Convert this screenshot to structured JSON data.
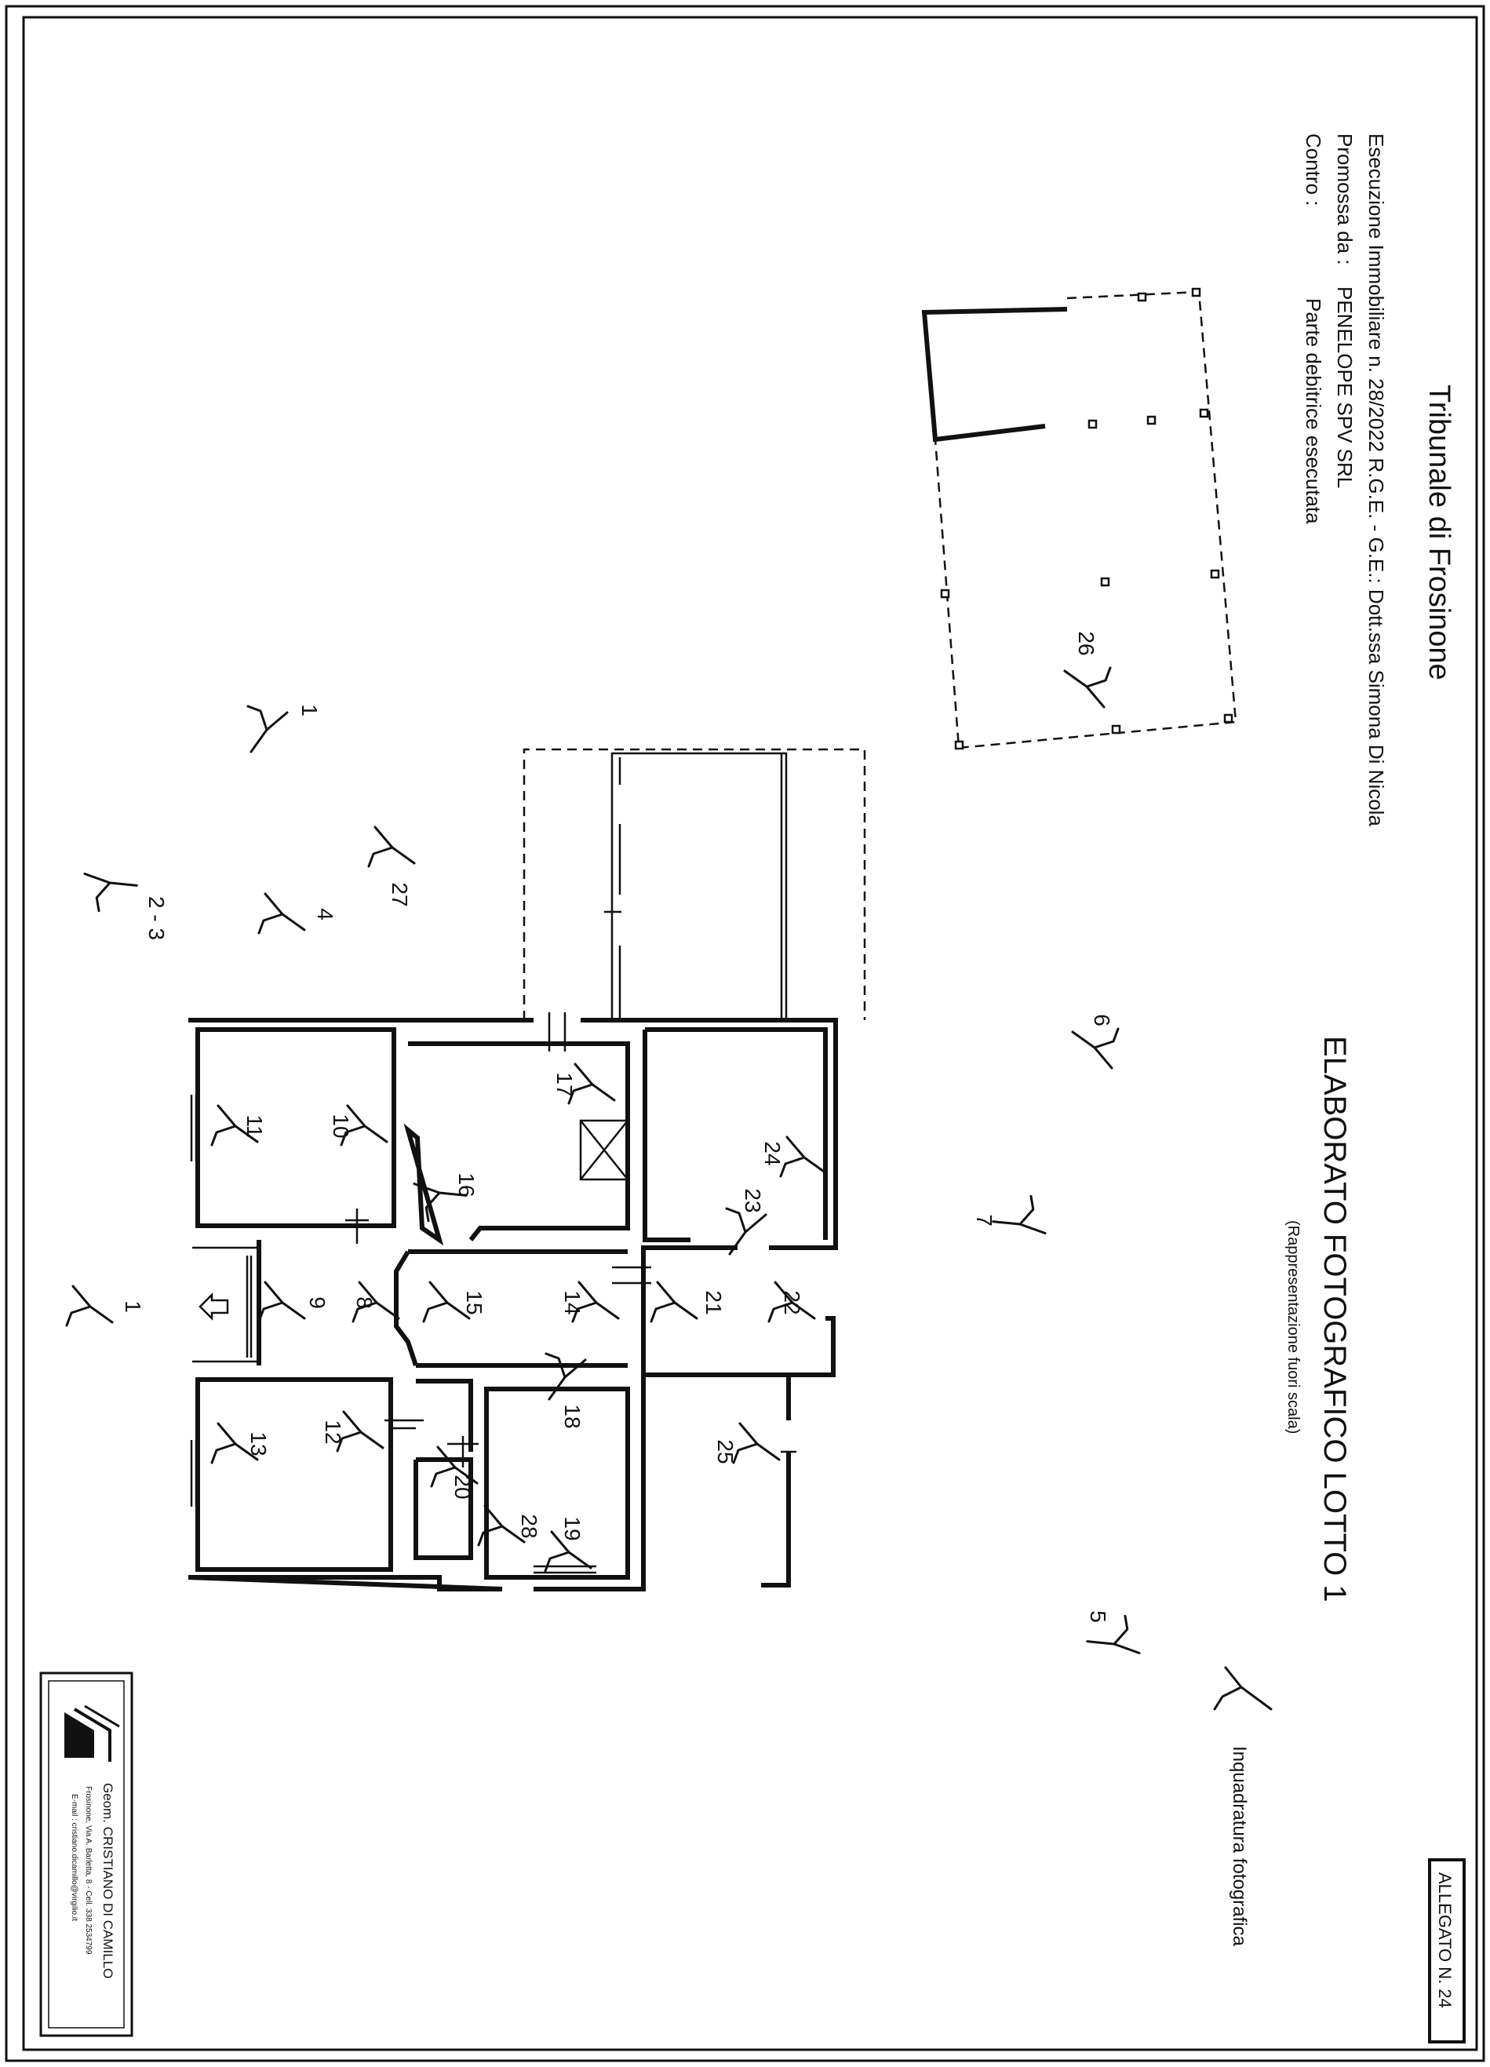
{
  "header": {
    "court": "Tribunale di Frosinone",
    "case": "Esecuzione Immobiliare n. 28/2022 R.G.E.  -  G.E.: Dott.ssa Simona Di Nicola",
    "promoter_label": "Promossa da :",
    "promoter": "PENELOPE SPV SRL",
    "against_label": "Contro :",
    "against": "Parte debitrice esecutata"
  },
  "title": "ELABORATO FOTOGRAFICO LOTTO 1",
  "subtitle": "(Rappresentazione fuori scala)",
  "annex": "ALLEGATO N. 24",
  "legend": {
    "label": "Inquadratura fotografica",
    "icon": "camera-viewpoint-icon"
  },
  "stamp": {
    "name": "Geom. CRISTIANO DI CAMILLO",
    "address": "Frosinone, Via A. Barletta, 8 - Cell. 338 2534799",
    "email": "E-mail : cristiano.dicamillo@virgilio.it",
    "logo": "house-logo-icon"
  },
  "viewpoints": [
    {
      "label": "1"
    },
    {
      "label": "1"
    },
    {
      "label": "2 - 3"
    },
    {
      "label": "4"
    },
    {
      "label": "5"
    },
    {
      "label": "6"
    },
    {
      "label": "7"
    },
    {
      "label": "8"
    },
    {
      "label": "9"
    },
    {
      "label": "10"
    },
    {
      "label": "11"
    },
    {
      "label": "12"
    },
    {
      "label": "13"
    },
    {
      "label": "14"
    },
    {
      "label": "15"
    },
    {
      "label": "16"
    },
    {
      "label": "17"
    },
    {
      "label": "18"
    },
    {
      "label": "19"
    },
    {
      "label": "20"
    },
    {
      "label": "21"
    },
    {
      "label": "22"
    },
    {
      "label": "23"
    },
    {
      "label": "24"
    },
    {
      "label": "25"
    },
    {
      "label": "26"
    },
    {
      "label": "27"
    },
    {
      "label": "28"
    }
  ]
}
